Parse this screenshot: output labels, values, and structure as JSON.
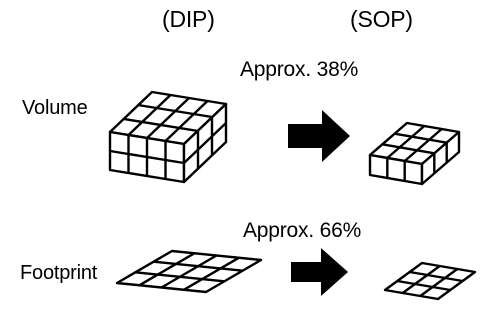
{
  "headers": {
    "left": "(DIP)",
    "right": "(SOP)"
  },
  "rows": [
    {
      "label": "Volume",
      "reduction": "Approx. 38%"
    },
    {
      "label": "Footprint",
      "reduction": "Approx. 66%"
    }
  ],
  "colors": {
    "ink": "#000000",
    "fill": "#ffffff"
  }
}
